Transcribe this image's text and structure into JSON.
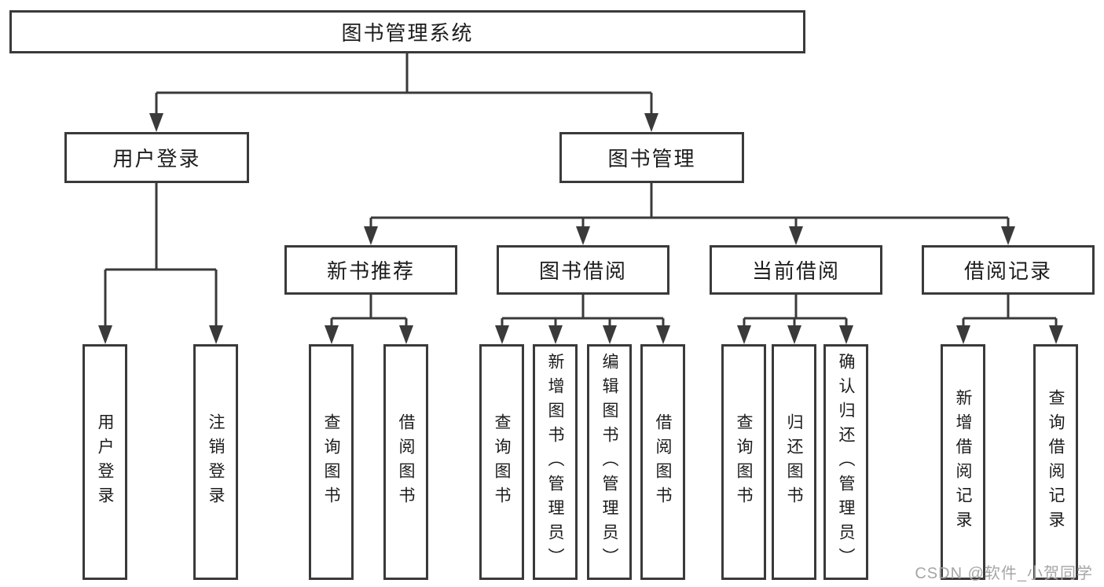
{
  "diagram": {
    "root": {
      "label": "图书管理系统"
    },
    "user_login": {
      "label": "用户登录",
      "children": [
        "用户登录",
        "注销登录"
      ]
    },
    "book_mgmt": {
      "label": "图书管理",
      "sections": [
        {
          "label": "新书推荐",
          "children": [
            "查询图书",
            "借阅图书"
          ]
        },
        {
          "label": "图书借阅",
          "children": [
            "查询图书",
            "新增图书（管理员）",
            "编辑图书（管理员）",
            "借阅图书"
          ]
        },
        {
          "label": "当前借阅",
          "children": [
            "查询图书",
            "归还图书",
            "确认归还（管理员）"
          ]
        },
        {
          "label": "借阅记录",
          "children": [
            "新增借阅记录",
            "查询借阅记录"
          ]
        }
      ]
    }
  },
  "watermark": "CSDN @软件_小贺同学",
  "colors": {
    "line": "#3a3a3a",
    "text": "#1c1c1c",
    "watermark": "#a6a6a6",
    "background": "#ffffff"
  }
}
